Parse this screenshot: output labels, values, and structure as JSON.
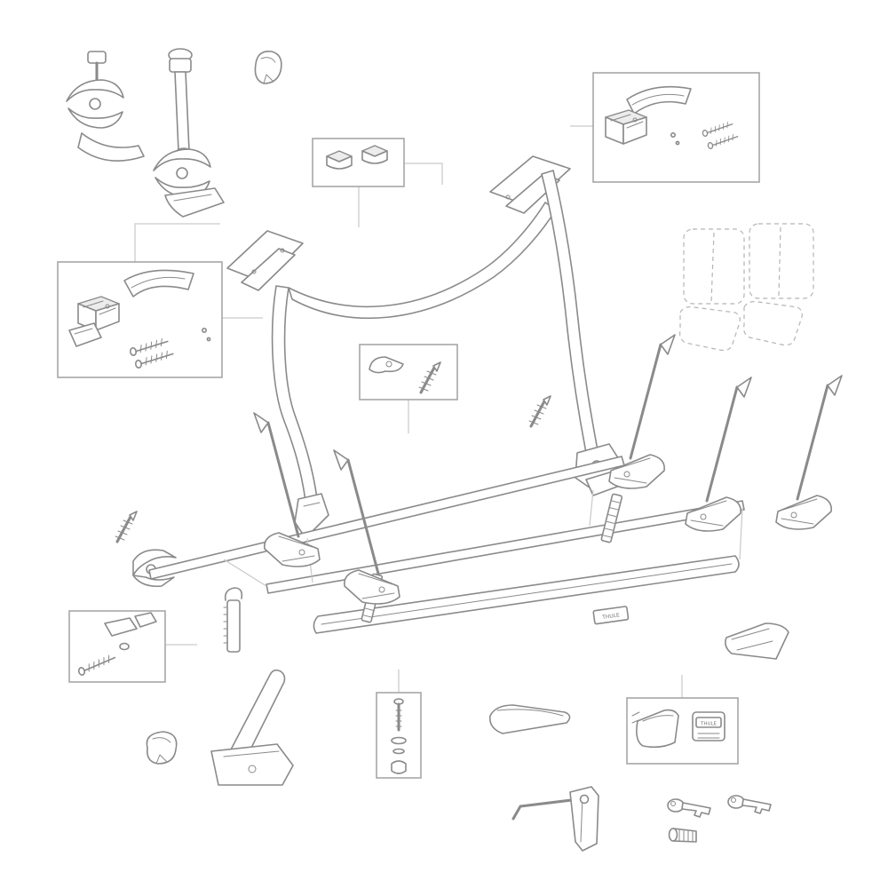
{
  "page": {
    "background": "#ffffff"
  },
  "palette": {
    "line": "#8a8a8a",
    "line_light": "#b5b5b5",
    "box_border": "#a6a6a6",
    "leader": "#c9c9c9",
    "text": "#777777"
  },
  "brand": {
    "logo_text": "THULE"
  },
  "diagram": {
    "type": "exploded-parts-diagram",
    "subject": "rear-mounted-bike-carrier",
    "callout_boxes": [
      {
        "name": "callout-frame-plugs"
      },
      {
        "name": "callout-upper-mount-kit"
      },
      {
        "name": "callout-lower-mount-kit"
      },
      {
        "name": "callout-lever-and-anchor"
      },
      {
        "name": "callout-screw-and-wedges"
      },
      {
        "name": "callout-bolt-washer-cap"
      },
      {
        "name": "callout-rubber-pads"
      }
    ],
    "parts": [
      {
        "name": "clamp-assembly-a"
      },
      {
        "name": "clamp-assembly-b"
      },
      {
        "name": "small-cap"
      },
      {
        "name": "main-frame"
      },
      {
        "name": "top-crossbar"
      },
      {
        "name": "left-upright-tube"
      },
      {
        "name": "right-upright-tube"
      },
      {
        "name": "upper-rail"
      },
      {
        "name": "middle-rail"
      },
      {
        "name": "bumper-bar"
      },
      {
        "name": "wheel-holder"
      },
      {
        "name": "ratchet-strap"
      },
      {
        "name": "support-strap-with-foot"
      },
      {
        "name": "expander-anchor"
      },
      {
        "name": "protective-film-panels"
      },
      {
        "name": "cover-flap"
      },
      {
        "name": "side-cover"
      },
      {
        "name": "tool-bracket"
      },
      {
        "name": "key"
      },
      {
        "name": "lock-cylinder"
      },
      {
        "name": "end-cap"
      }
    ]
  }
}
